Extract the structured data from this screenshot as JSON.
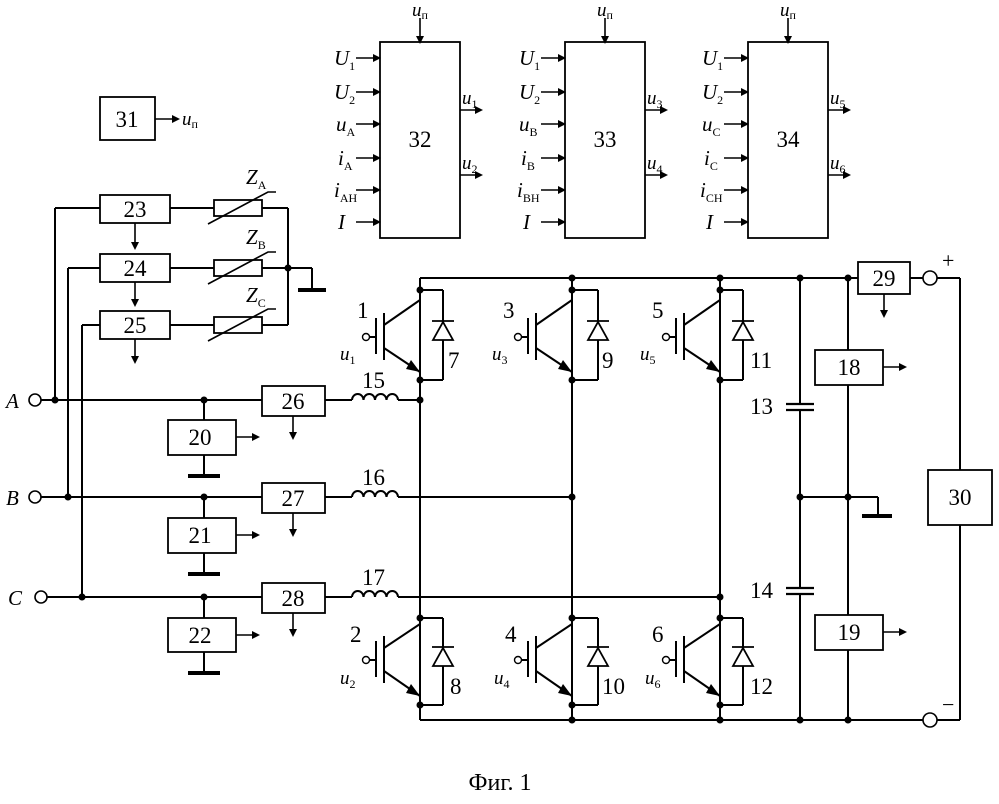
{
  "terminals": {
    "a": "A",
    "b": "B",
    "c": "C",
    "plus": "+",
    "minus": "−"
  },
  "blocks": {
    "b18": "18",
    "b19": "19",
    "b20": "20",
    "b21": "21",
    "b22": "22",
    "b23": "23",
    "b24": "24",
    "b25": "25",
    "b26": "26",
    "b27": "27",
    "b28": "28",
    "b29": "29",
    "b30": "30",
    "b31": "31",
    "b32": "32",
    "b33": "33",
    "b34": "34"
  },
  "transistors": [
    "1",
    "2",
    "3",
    "4",
    "5",
    "6"
  ],
  "diodes": [
    "7",
    "8",
    "9",
    "10",
    "11",
    "12"
  ],
  "capacitors": [
    "13",
    "14"
  ],
  "inductors": [
    "15",
    "16",
    "17"
  ],
  "impedances": {
    "za": "A",
    "zb": "B",
    "zc": "C",
    "symbol": "Z"
  },
  "signals": {
    "main": "u",
    "sync_sub": "п",
    "U1": "1",
    "U2": "2",
    "I": "I",
    "U": "U",
    "i": "i",
    "phaseA": "A",
    "phaseB": "B",
    "phaseC": "C",
    "loadA": "AH",
    "loadB": "BH",
    "loadC": "CH",
    "o1": "1",
    "o2": "2",
    "o3": "3",
    "o4": "4",
    "o5": "5",
    "o6": "6"
  },
  "caption": "Фиг. 1"
}
